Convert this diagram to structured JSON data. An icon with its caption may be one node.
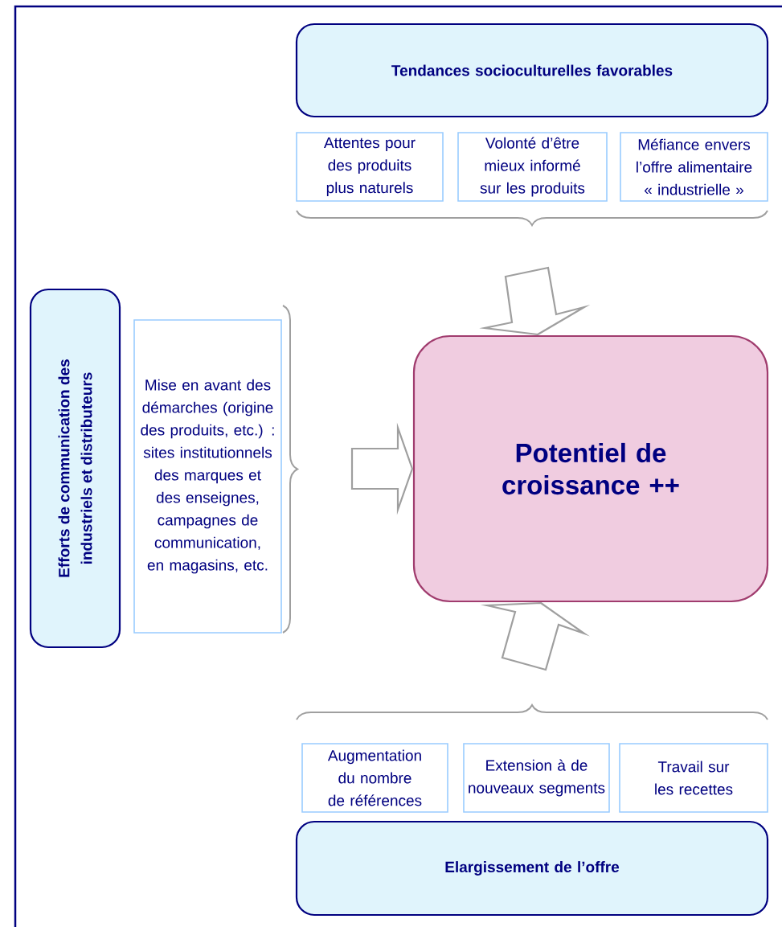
{
  "diagram": {
    "nodes": [
      {
        "text": [
          "Tendances socioculturelles favorables"
        ]
      },
      {
        "text": [
          "Attentes pour des produits plus naturels"
        ]
      },
      {
        "text": [
          "Volonté d’être mieux informé sur les produits"
        ]
      },
      {
        "text": [
          "Méfiance envers l’offre alimentaire « industrielle »"
        ]
      },
      {
        "text": [
          "Efforts de communication des industriels et distributeurs"
        ]
      },
      {
        "text": [
          "Mise en avant des démarches (origine des produits, etc.) : sites institutionnels des marques et des enseignes, campagnes de communication, en magasins, etc."
        ]
      },
      {
        "text": [
          "Potentiel de croissance ++"
        ]
      },
      {
        "text": [
          "Augmentation du nombre de références"
        ]
      },
      {
        "text": [
          "Extension à de nouveaux segments"
        ]
      },
      {
        "text": [
          "Travail sur les recettes"
        ]
      },
      {
        "text": [
          "Elargissement de l’offre"
        ]
      }
    ],
    "edges": [
      {
        "from": null,
        "to": 6,
        "arrow": "to"
      },
      {
        "from": null,
        "to": 6,
        "arrow": "to"
      },
      {
        "from": null,
        "to": 6,
        "arrow": "to"
      }
    ]
  }
}
